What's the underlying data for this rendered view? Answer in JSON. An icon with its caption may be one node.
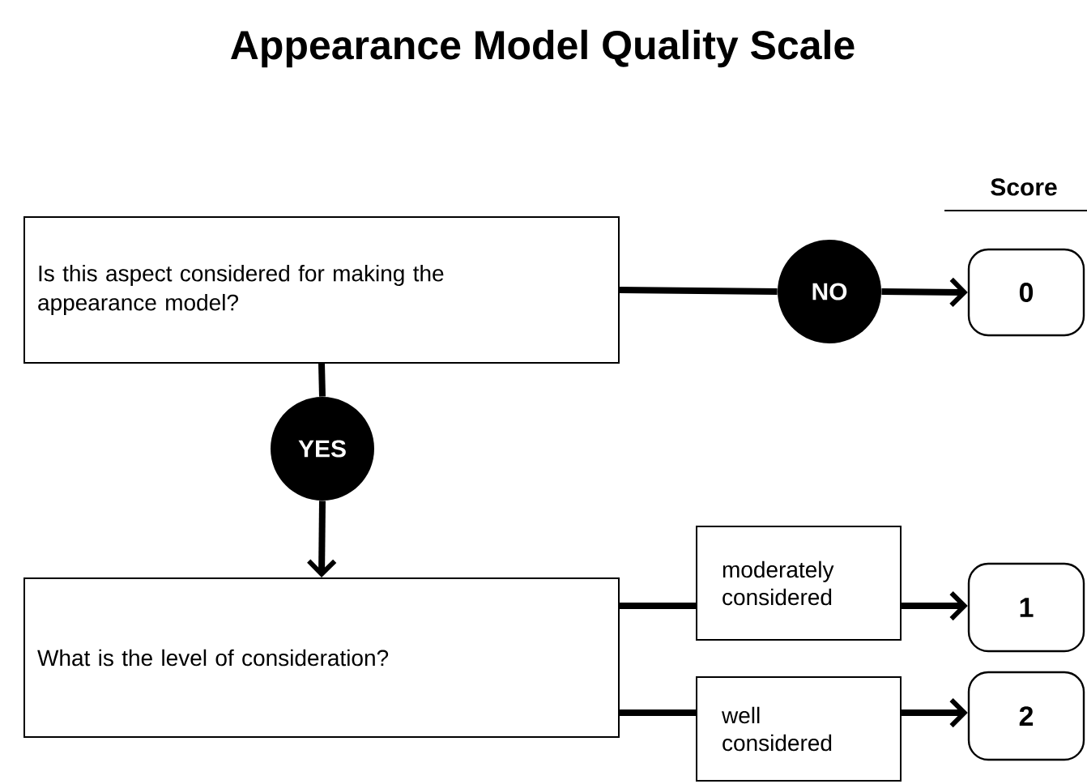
{
  "diagram": {
    "title": "Appearance Model Quality Scale",
    "nodes": [
      {
        "text": [
          "Is this aspect considered for making the appearance model?"
        ]
      },
      {
        "text": [
          "NO"
        ]
      },
      {
        "text": [
          "0"
        ]
      },
      {
        "text": [
          "YES"
        ]
      },
      {
        "text": [
          "What is the level of consideration?"
        ]
      },
      {
        "text": [
          "moderately considered"
        ]
      },
      {
        "text": [
          "1"
        ]
      },
      {
        "text": [
          "well considered"
        ]
      },
      {
        "text": [
          "2"
        ]
      }
    ],
    "edges": [
      {
        "from": 0,
        "to": 1,
        "arrow": "none"
      },
      {
        "from": 1,
        "to": 2,
        "arrow": "to"
      },
      {
        "from": 0,
        "to": 3,
        "arrow": "none"
      },
      {
        "from": 3,
        "to": 4,
        "arrow": "to"
      },
      {
        "from": 4,
        "to": 5,
        "arrow": "none"
      },
      {
        "from": 5,
        "to": 6,
        "arrow": "to"
      },
      {
        "from": 4,
        "to": 7,
        "arrow": "none"
      },
      {
        "from": 7,
        "to": 8,
        "arrow": "to"
      }
    ],
    "labels": [
      "Score"
    ]
  }
}
